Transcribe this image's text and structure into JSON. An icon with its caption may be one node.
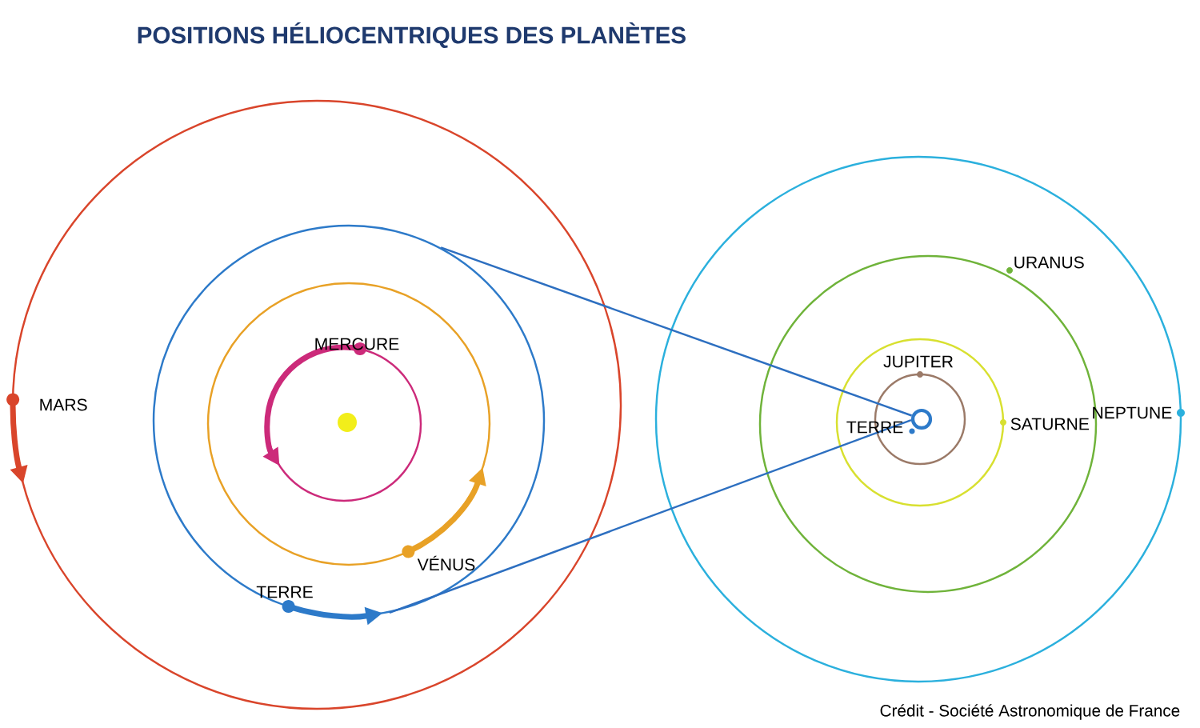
{
  "diagram": {
    "title": "POSITIONS HÉLIOCENTRIQUES DES PLANÈTES",
    "nodes": [
      {
        "text": [],
        "shape": "circle"
      },
      {
        "text": [],
        "shape": "circle"
      }
    ],
    "edges": [
      {
        "from": 0,
        "to": 1,
        "arrow": "none"
      },
      {
        "from": 0,
        "to": 1,
        "arrow": "none"
      }
    ],
    "labels": [
      "MERCURE",
      "MARS",
      "VÉNUS",
      "TERRE",
      "URANUS",
      "JUPITER",
      "TERRE",
      "SATURNE",
      "NEPTUNE",
      "Crédit - Société Astronomique de France"
    ]
  }
}
